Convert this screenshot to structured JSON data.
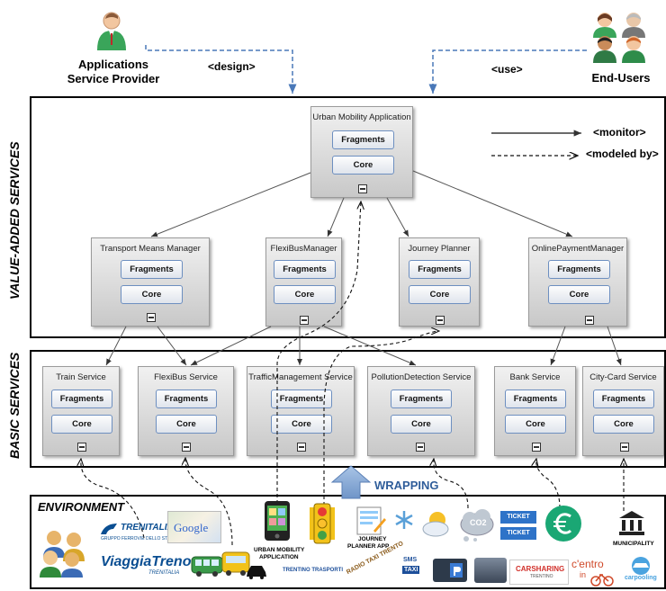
{
  "actors": {
    "provider": {
      "line1": "Applications",
      "line2": "Service Provider"
    },
    "users": {
      "label": "End-Users"
    }
  },
  "arrows": {
    "design": "<design>",
    "use": "<use>"
  },
  "legend": {
    "monitor": "<monitor>",
    "modeled_by": "<modeled by>"
  },
  "layers": {
    "value_added": "VALUE-ADDED SERVICES",
    "basic": "BASIC SERVICES",
    "environment": "ENVIRONMENT"
  },
  "chips": {
    "fragments": "Fragments",
    "core": "Core"
  },
  "app": {
    "title": "Urban Mobility Application"
  },
  "value_services": [
    {
      "title": "Transport Means Manager"
    },
    {
      "title": "FlexiBusManager"
    },
    {
      "title": "Journey Planner"
    },
    {
      "title": "OnlinePaymentManager"
    }
  ],
  "basic_services": [
    {
      "title": "Train Service"
    },
    {
      "title": "FlexiBus Service"
    },
    {
      "title": "TrafficManagement Service"
    },
    {
      "title": "PollutionDetection Service"
    },
    {
      "title": "Bank Service"
    },
    {
      "title": "City-Card Service"
    }
  ],
  "wrapping": "WRAPPING",
  "environment": {
    "trenitalia": "TRENITALIA",
    "trenitalia_sub": "GRUPPO FERROVIE DELLO STATO",
    "google": "Google",
    "viaggiatreno": "ViaggiaTreno",
    "viaggiatreno_sub": "TRENITALIA",
    "urban_app_line1": "URBAN MOBILITY",
    "urban_app_line2": "APPLICATION",
    "trentino": "TRENTINO TRASPORTI",
    "journey_line1": "JOURNEY",
    "journey_line2": "PLANNER APP",
    "radio_taxi": "RADIO TAXI TRENTO",
    "sms_taxi_1": "SMS",
    "sms_taxi_2": "TAXI",
    "co2": "CO2",
    "ticket": "TICKET",
    "carsharing": "CARSHARING",
    "carsharing_sub": "TRENTINO",
    "municipality": "MUNICIPALITY",
    "centro": "c'entro",
    "centro_sub": "in",
    "carpooling": "carpooling"
  }
}
